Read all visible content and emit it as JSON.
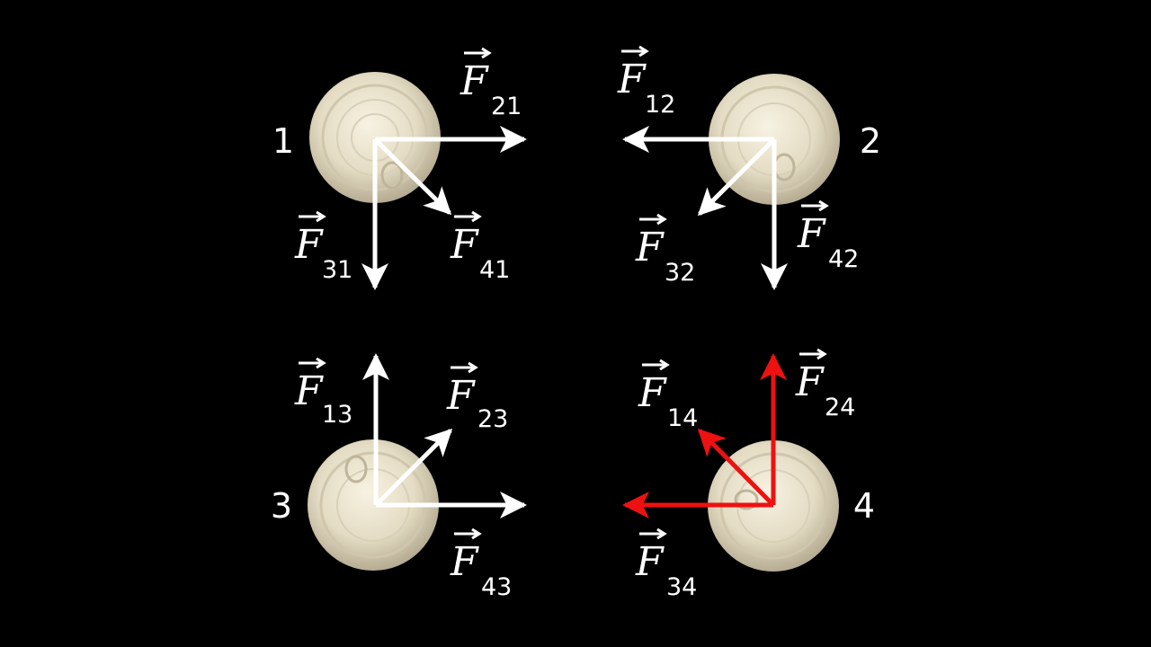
{
  "colors": {
    "background": "#000000",
    "arrow_default": "#ffffff",
    "arrow_highlight": "#ee1111",
    "can_light": "#f2ecd8",
    "can_dark": "#a59c80"
  },
  "labels": {
    "vector_letter": "F",
    "can1": "1",
    "can2": "2",
    "can3": "3",
    "can4": "4",
    "F21": "21",
    "F12": "12",
    "F31": "31",
    "F41": "41",
    "F32": "32",
    "F42": "42",
    "F13": "13",
    "F23": "23",
    "F43": "43",
    "F14": "14",
    "F24": "24",
    "F34": "34"
  },
  "highlighted_can": "4"
}
